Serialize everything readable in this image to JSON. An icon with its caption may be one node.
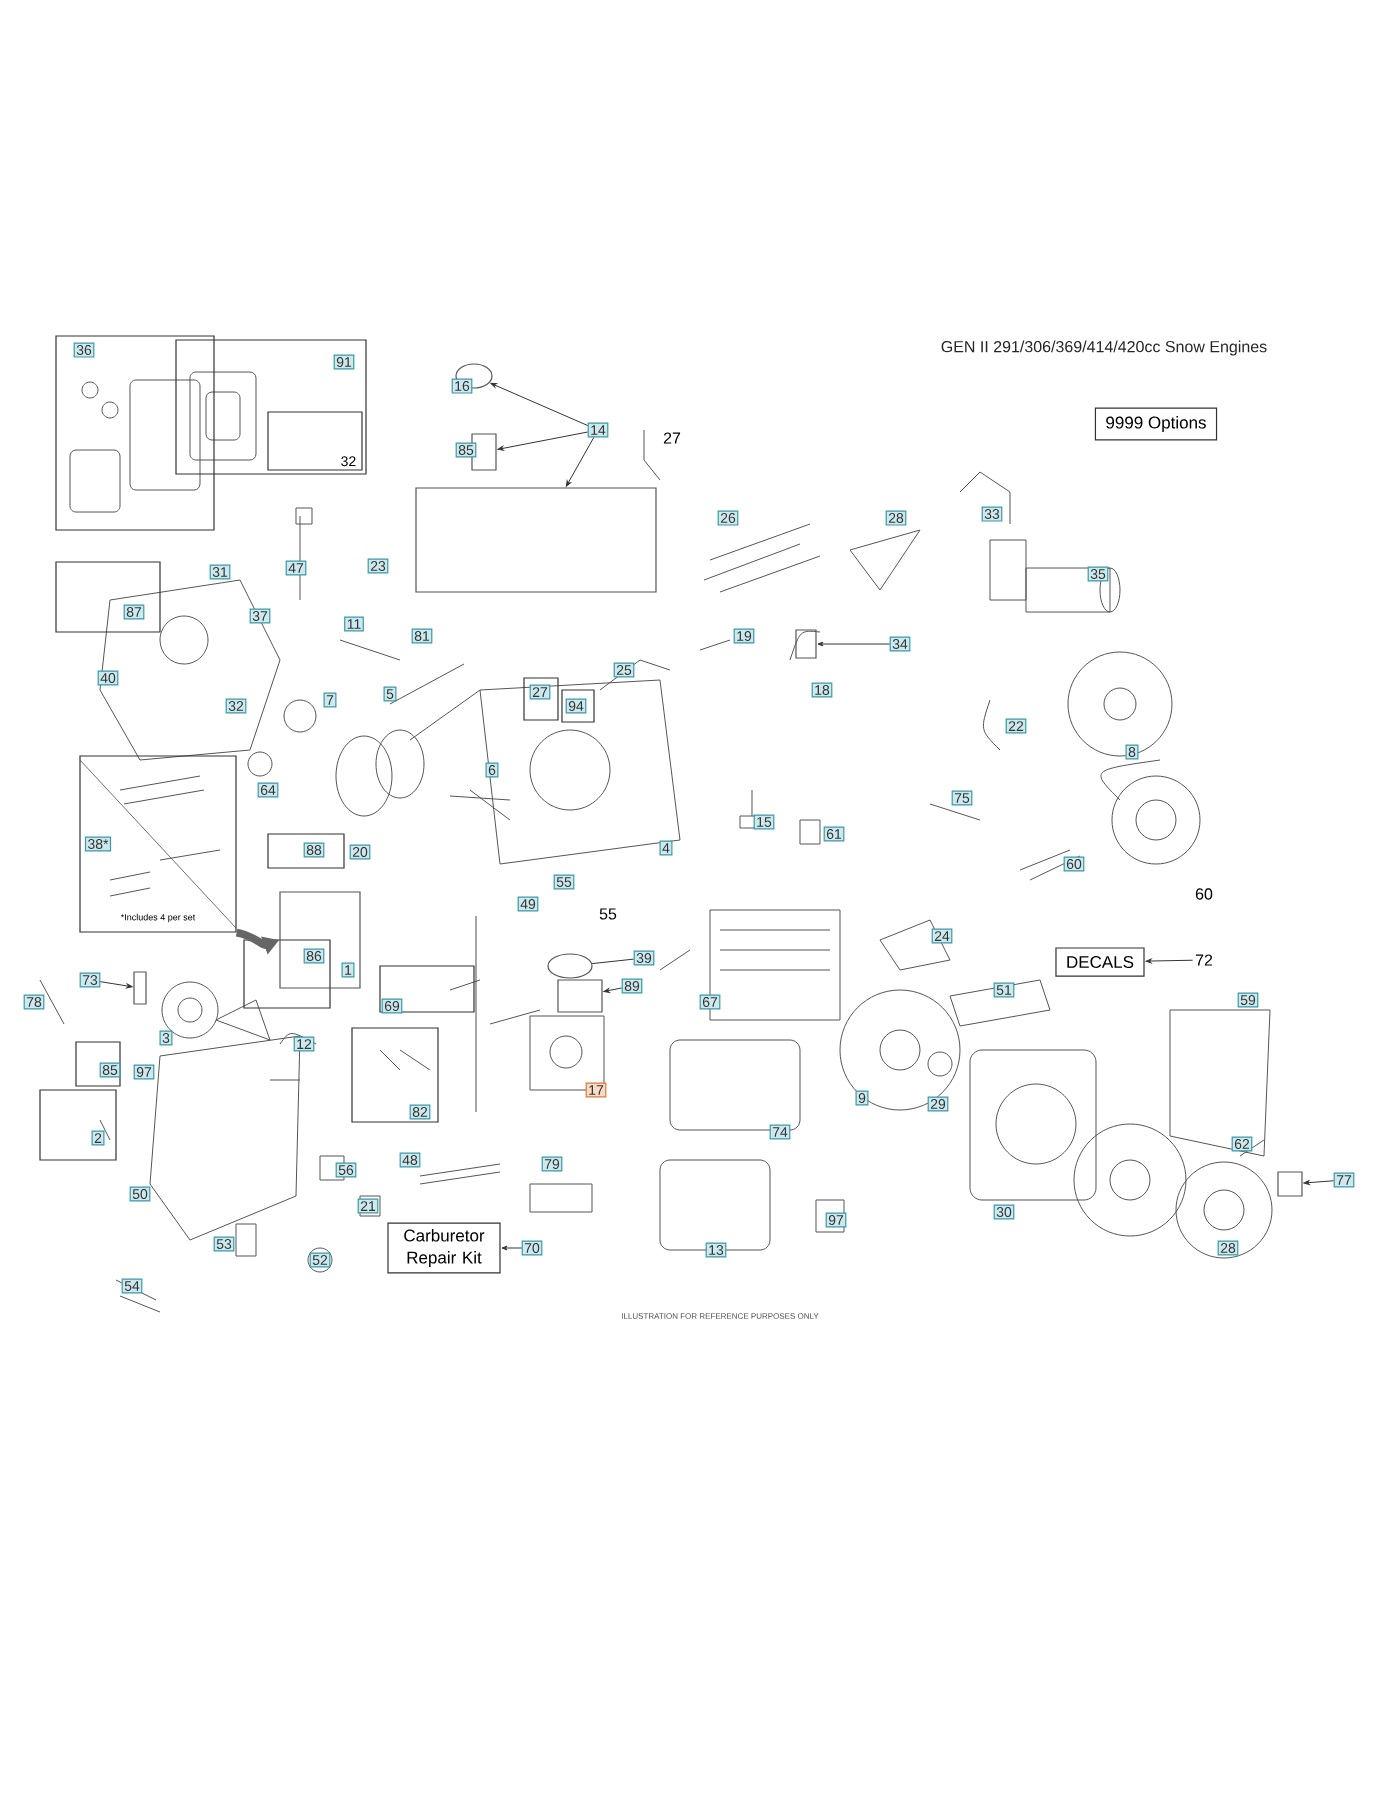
{
  "diagram": {
    "title": "GEN II 291/306/369/414/420cc Snow Engines",
    "nodes": [
      {
        "text": [
          "9999 Options"
        ]
      },
      {
        "text": [
          "DECALS"
        ]
      },
      {
        "text": [
          "Carburetor Repair Kit"
        ]
      },
      {
        "text": [
          "36"
        ]
      },
      {
        "text": [
          "91"
        ]
      },
      {
        "text": [
          "32"
        ],
        "in": 4
      },
      {
        "text": [
          "87"
        ]
      },
      {
        "text": [
          "38*",
          "*Includes 4 per set"
        ]
      },
      {
        "text": [
          "88"
        ]
      },
      {
        "text": [
          "86"
        ]
      },
      {
        "text": [
          "69"
        ]
      },
      {
        "text": [
          "82"
        ]
      },
      {
        "text": [
          "85"
        ]
      },
      {
        "text": [
          "2"
        ]
      },
      {
        "text": [
          "27"
        ]
      },
      {
        "text": [
          "94"
        ]
      },
      {
        "text": [
          "14"
        ]
      },
      {
        "text": [],
        "shape": "circle"
      },
      {
        "text": [],
        "shape": "box"
      },
      {
        "text": [],
        "shape": "box"
      },
      {
        "text": [
          "34"
        ]
      },
      {
        "text": [],
        "shape": "box"
      },
      {
        "text": [
          "73"
        ]
      },
      {
        "text": [],
        "shape": "box"
      },
      {
        "text": [
          "39"
        ]
      },
      {
        "text": [],
        "shape": "circle"
      },
      {
        "text": [
          "89"
        ]
      },
      {
        "text": [],
        "shape": "box"
      },
      {
        "text": [
          "77"
        ]
      },
      {
        "text": [],
        "shape": "box"
      },
      {
        "text": [
          "72"
        ]
      },
      {
        "text": [
          "70"
        ]
      },
      {
        "text": [],
        "shape": "picture"
      }
    ],
    "edges": [
      {
        "from": 16,
        "to": 17,
        "arrow": "to"
      },
      {
        "from": 16,
        "to": 18,
        "arrow": "to"
      },
      {
        "from": 16,
        "to": 19,
        "arrow": "to"
      },
      {
        "from": 20,
        "to": 21,
        "arrow": "to"
      },
      {
        "from": 22,
        "to": 23,
        "arrow": "to"
      },
      {
        "from": 24,
        "to": 25,
        "arrow": "none"
      },
      {
        "from": 26,
        "to": 27,
        "arrow": "to"
      },
      {
        "from": 28,
        "to": 29,
        "arrow": "to"
      },
      {
        "from": 30,
        "to": 1,
        "arrow": "to"
      },
      {
        "from": 31,
        "to": 2,
        "arrow": "to"
      },
      {
        "from": 7,
        "to": 32,
        "arrow": "to",
        "style": "thick"
      }
    ],
    "labels": [
      "16",
      "85",
      "27",
      "33",
      "26",
      "28",
      "35",
      "31",
      "47",
      "23",
      "37",
      "11",
      "81",
      "19",
      "25",
      "40",
      "32",
      "7",
      "5",
      "18",
      "22",
      "8",
      "64",
      "6",
      "4",
      "20",
      "75",
      "15",
      "61",
      "60",
      "60",
      "55",
      "49",
      "55",
      "1",
      "24",
      "67",
      "51",
      "59",
      "78",
      "3",
      "12",
      "97",
      "17",
      "9",
      "29",
      "74",
      "62",
      "50",
      "56",
      "48",
      "79",
      "21",
      "30",
      "53",
      "52",
      "13",
      "97",
      "28",
      "54",
      "ILLUSTRATION FOR REFERENCE PURPOSES ONLY"
    ]
  }
}
